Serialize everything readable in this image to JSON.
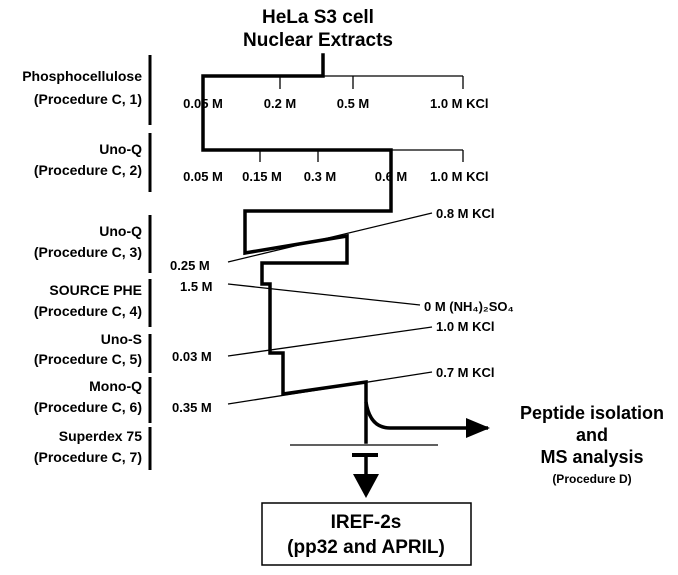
{
  "title_line1": "HeLa S3 cell",
  "title_line2": "Nuclear Extracts",
  "steps": [
    {
      "name": "Phosphocellulose",
      "procedure": "(Procedure C, 1)"
    },
    {
      "name": "Uno-Q",
      "procedure": "(Procedure C, 2)"
    },
    {
      "name": "Uno-Q",
      "procedure": "(Procedure C, 3)"
    },
    {
      "name": "SOURCE PHE",
      "procedure": "(Procedure C, 4)"
    },
    {
      "name": "Uno-S",
      "procedure": "(Procedure C, 5)"
    },
    {
      "name": "Mono-Q",
      "procedure": "(Procedure C, 6)"
    },
    {
      "name": "Superdex 75",
      "procedure": "(Procedure C, 7)"
    }
  ],
  "phosphocellulose_scale": [
    "0.05 M",
    "0.2 M",
    "0.5 M",
    "1.0 M KCl"
  ],
  "unoq2_scale": [
    "0.05 M",
    "0.15 M",
    "0.3 M",
    "0.6 M",
    "1.0 M KCl"
  ],
  "gradients": {
    "unoq3": {
      "start": "0.25 M",
      "end": "0.8 M KCl"
    },
    "source_phe": {
      "start": "1.5 M",
      "end": "0 M (NH₄)₂SO₄"
    },
    "unos": {
      "start": "0.03 M",
      "end": "1.0 M KCl"
    },
    "monoq": {
      "start": "0.35 M",
      "end": "0.7 M KCl"
    }
  },
  "side_branch": {
    "line1": "Peptide isolation",
    "line2": "and",
    "line3": "MS analysis",
    "line4": "(Procedure D)"
  },
  "result": {
    "line1": "IREF-2s",
    "line2": "(pp32 and APRIL)"
  }
}
